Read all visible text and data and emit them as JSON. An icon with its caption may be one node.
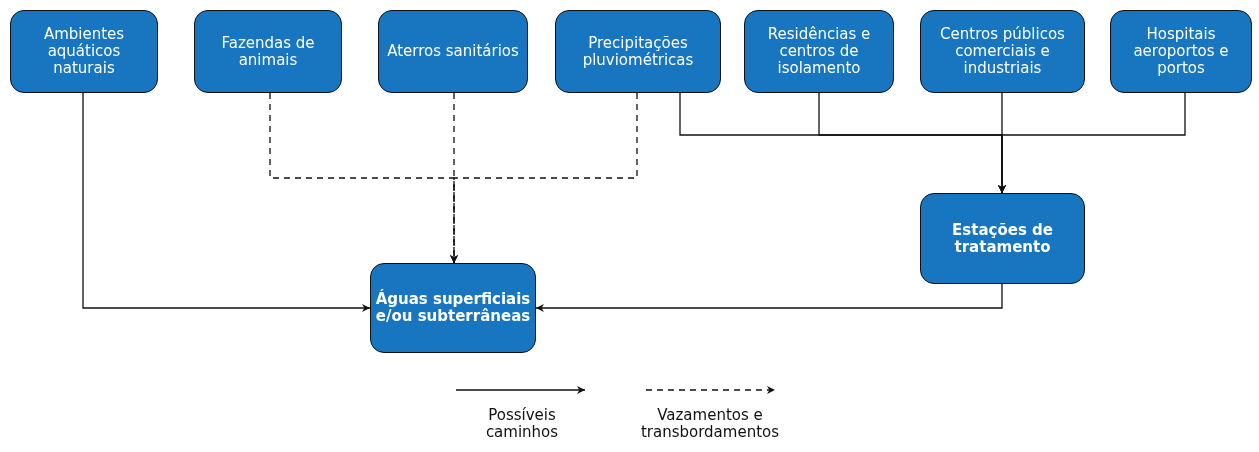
{
  "diagram": {
    "nodes": [
      {
        "text": [
          "Ambientes aquáticos naturais"
        ]
      },
      {
        "text": [
          "Fazendas de animais"
        ]
      },
      {
        "text": [
          "Aterros sanitários"
        ]
      },
      {
        "text": [
          "Precipitações pluviométricas"
        ]
      },
      {
        "text": [
          "Residências e centros de isolamento"
        ]
      },
      {
        "text": [
          "Centros públicos comerciais e industriais"
        ]
      },
      {
        "text": [
          "Hospitais aeroportos e portos"
        ]
      },
      {
        "text": [
          "Estações de tratamento"
        ]
      },
      {
        "text": [
          "Águas superficiais e/ou subterrâneas"
        ]
      }
    ],
    "edges": [
      {
        "from": 0,
        "to": 8,
        "arrow": "to"
      },
      {
        "from": 1,
        "to": 8,
        "arrow": "to",
        "style": "dashed"
      },
      {
        "from": 2,
        "to": 8,
        "arrow": "to",
        "style": "dashed"
      },
      {
        "from": 3,
        "to": 8,
        "arrow": "to",
        "style": "dashed"
      },
      {
        "from": 3,
        "to": 7,
        "arrow": "to"
      },
      {
        "from": 4,
        "to": 7,
        "arrow": "to"
      },
      {
        "from": 5,
        "to": 7,
        "arrow": "to"
      },
      {
        "from": 6,
        "to": 7,
        "arrow": "to"
      },
      {
        "from": 7,
        "to": 8,
        "arrow": "to"
      }
    ],
    "legend": [
      {
        "text": "Possíveis caminhos"
      },
      {
        "text": "Vazamentos e transbordamentos"
      }
    ]
  }
}
